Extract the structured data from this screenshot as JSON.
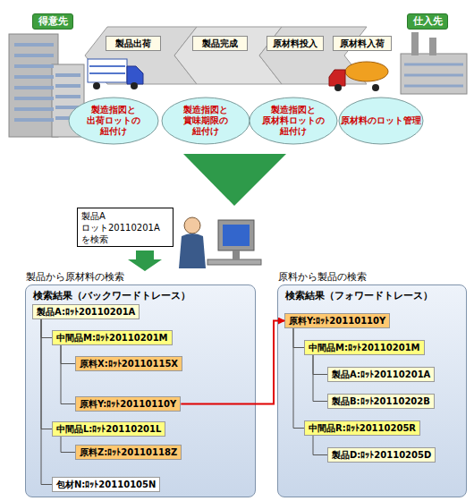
{
  "diagram": {
    "nodes": [
      {
        "text": [
          "得意先"
        ]
      },
      {
        "text": [
          "製品出荷"
        ]
      },
      {
        "text": [
          "製品完成"
        ]
      },
      {
        "text": [
          "原材料投入"
        ]
      },
      {
        "text": [
          "原材料入荷"
        ]
      },
      {
        "text": [
          "仕入先"
        ]
      },
      {
        "text": [
          "製造指図と 出荷ロットの 紐付け"
        ]
      },
      {
        "text": [
          "製造指図と 賞味期限の 紐付け"
        ]
      },
      {
        "text": [
          "製造指図と 原材料ロットの 紐付け"
        ]
      },
      {
        "text": [
          "原材料のロット管理"
        ]
      },
      {
        "text": [
          "製品A ロット20110201A を検索"
        ]
      },
      {
        "text": [
          "製品から原材料の検索",
          "検索結果（バックワードトレース）"
        ]
      },
      {
        "text": [
          "製品A:ﾛｯﾄ20110201A"
        ],
        "in": 11
      },
      {
        "text": [
          "中間品M:ﾛｯﾄ20110201M"
        ],
        "in": 11
      },
      {
        "text": [
          "原料X:ﾛｯﾄ20110115X"
        ],
        "in": 11
      },
      {
        "text": [
          "原料Y:ﾛｯﾄ20110110Y"
        ],
        "in": 11
      },
      {
        "text": [
          "中間品L:ﾛｯﾄ20110201L"
        ],
        "in": 11
      },
      {
        "text": [
          "原料Z:ﾛｯﾄ20110118Z"
        ],
        "in": 11
      },
      {
        "text": [
          "包材N:ﾛｯﾄ20110105N"
        ],
        "in": 11
      },
      {
        "text": [
          "原料から製品の検索",
          "検索結果（フォワードトレース）"
        ]
      },
      {
        "text": [
          "原料Y:ﾛｯﾄ20110110Y"
        ],
        "in": 19
      },
      {
        "text": [
          "中間品M:ﾛｯﾄ20110201M"
        ],
        "in": 19
      },
      {
        "text": [
          "製品A:ﾛｯﾄ20110201A"
        ],
        "in": 19
      },
      {
        "text": [
          "製品B:ﾛｯﾄ20110202B"
        ],
        "in": 19
      },
      {
        "text": [
          "中間品R:ﾛｯﾄ20110205R"
        ],
        "in": 19
      },
      {
        "text": [
          "製品D:ﾛｯﾄ20110205D"
        ],
        "in": 19
      }
    ],
    "edges": [
      {
        "from": 12,
        "to": 13,
        "arrow": "none"
      },
      {
        "from": 12,
        "to": 16,
        "arrow": "none"
      },
      {
        "from": 12,
        "to": 18,
        "arrow": "none"
      },
      {
        "from": 13,
        "to": 14,
        "arrow": "none"
      },
      {
        "from": 13,
        "to": 15,
        "arrow": "none"
      },
      {
        "from": 16,
        "to": 17,
        "arrow": "none"
      },
      {
        "from": 15,
        "to": 20,
        "arrow": "to"
      },
      {
        "from": 20,
        "to": 21,
        "arrow": "none"
      },
      {
        "from": 21,
        "to": 22,
        "arrow": "none"
      },
      {
        "from": 21,
        "to": 23,
        "arrow": "none"
      },
      {
        "from": 20,
        "to": 24,
        "arrow": "none"
      },
      {
        "from": 24,
        "to": 25,
        "arrow": "none"
      }
    ]
  }
}
